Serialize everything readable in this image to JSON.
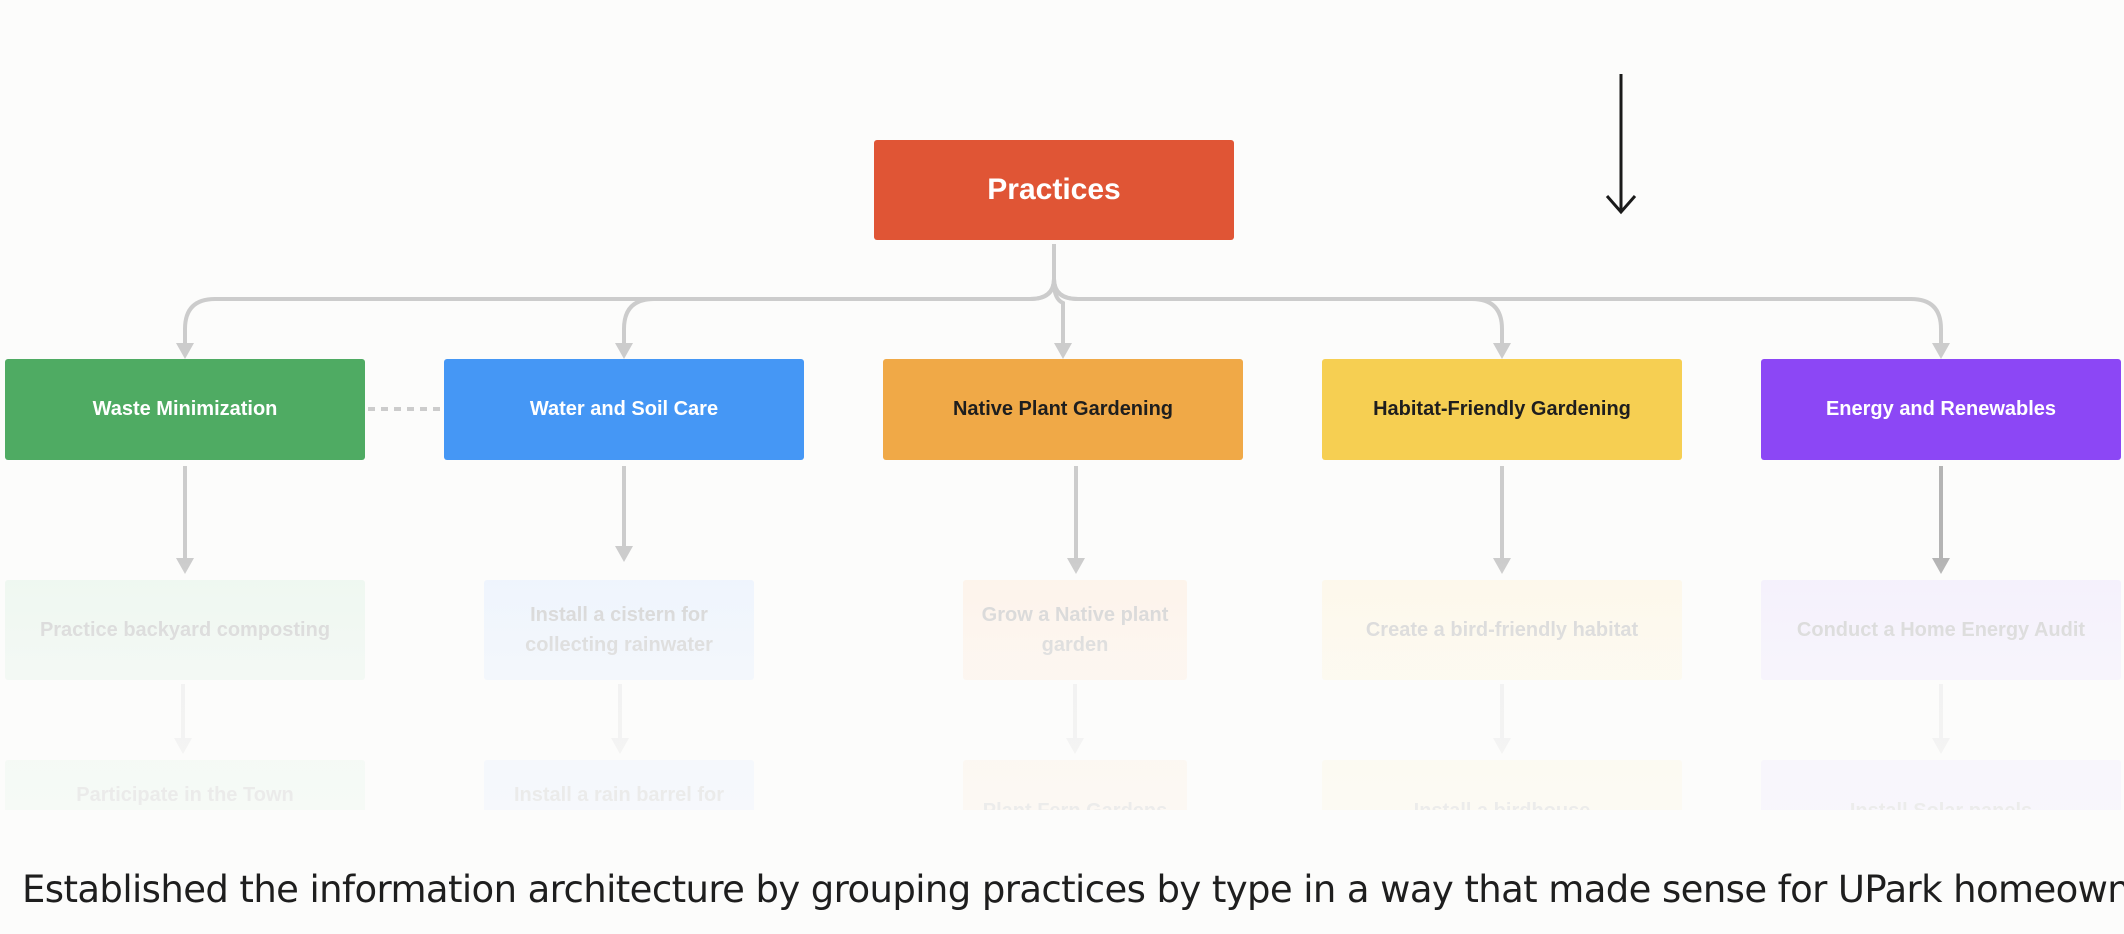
{
  "diagram": {
    "root": {
      "label": "Practices",
      "color": "#e05535",
      "text_color": "#ffffff"
    },
    "categories": [
      {
        "label": "Waste Minimization",
        "color": "#4fab63",
        "text_color": "#ffffff",
        "tint": "#eef7f0",
        "practices": [
          "Practice backyard composting",
          "Participate in the Town"
        ]
      },
      {
        "label": "Water and Soil Care",
        "color": "#4597f5",
        "text_color": "#ffffff",
        "tint": "#eef4fd",
        "practices": [
          "Install a cistern for collecting rainwater",
          "Install a rain barrel for"
        ]
      },
      {
        "label": "Native Plant Gardening",
        "color": "#f0a947",
        "text_color": "#1e1e1e",
        "tint": "#fdf3ea",
        "practices": [
          "Grow a Native plant garden",
          "Plant Fern Gardens"
        ]
      },
      {
        "label": "Habitat-Friendly Gardening",
        "color": "#f6cf52",
        "text_color": "#1e1e1e",
        "tint": "#fdf8ea",
        "practices": [
          "Create a bird-friendly habitat",
          "Install a birdhouse"
        ]
      },
      {
        "label": "Energy and Renewables",
        "color": "#8c47f5",
        "text_color": "#ffffff",
        "tint": "#f4f0fc",
        "practices": [
          "Conduct a Home Energy Audit",
          "Install Solar panels"
        ]
      }
    ],
    "connector_color": "#cccccc",
    "dashed_link": {
      "from": "Waste Minimization",
      "to": "Water and Soil Care"
    },
    "pointer_icon": "down-arrow-icon"
  },
  "caption": "Established the information architecture by grouping practices by type in a way that made sense for UPark homeowners."
}
